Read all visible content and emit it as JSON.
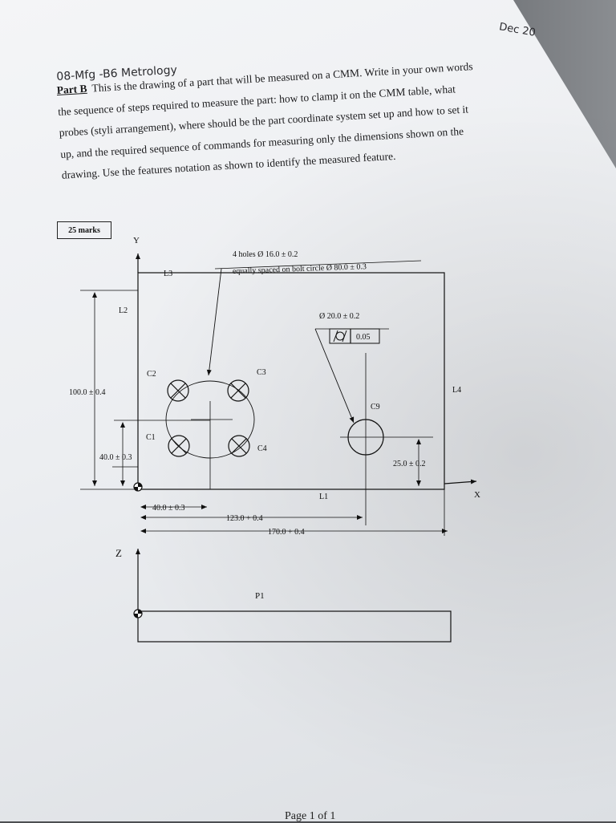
{
  "header": {
    "date": "Dec 20",
    "course": "08-Mfg -B6 Metrology"
  },
  "question": {
    "part_label": "Part B",
    "lines": [
      "This is the drawing of a part that will be measured on a CMM. Write in your own words",
      "the sequence of steps required to measure the part: how to clamp it on the CMM table, what",
      "probes (styli arrangement), where should be the part coordinate system set up and how to set it",
      "up, and the required sequence of commands for measuring only the dimensions shown on the",
      "drawing. Use the features notation as shown to identify the measured feature."
    ],
    "marks": "25 marks"
  },
  "drawing": {
    "axis_y": "Y",
    "axis_x": "X",
    "axis_z": "Z",
    "holes_note_1": "4 holes Ø 16.0 ± 0.2",
    "holes_note_2": "equally spaced on bolt circle Ø 80.0 ± 0.3",
    "label_L1": "L1",
    "label_L2": "L2",
    "label_L3": "L3",
    "label_L4": "L4",
    "label_C1": "C1",
    "label_C2": "C2",
    "label_C3": "C3",
    "label_C4": "C4",
    "label_C9": "C9",
    "label_P1": "P1",
    "dia_c9": "Ø 20.0 ± 0.2",
    "tolerance_value": "0.05",
    "dim_height": "100.0 ± 0.4",
    "dim_hole_y": "40.0 ± 0.3",
    "dim_c9_y": "25.0 ± 0.2",
    "dim_hole_x": "40.0 ± 0.3",
    "dim_c9_x": "123.0 + 0.4",
    "dim_width": "170.0 + 0.4"
  },
  "footer": {
    "page": "Page 1 of 1"
  }
}
